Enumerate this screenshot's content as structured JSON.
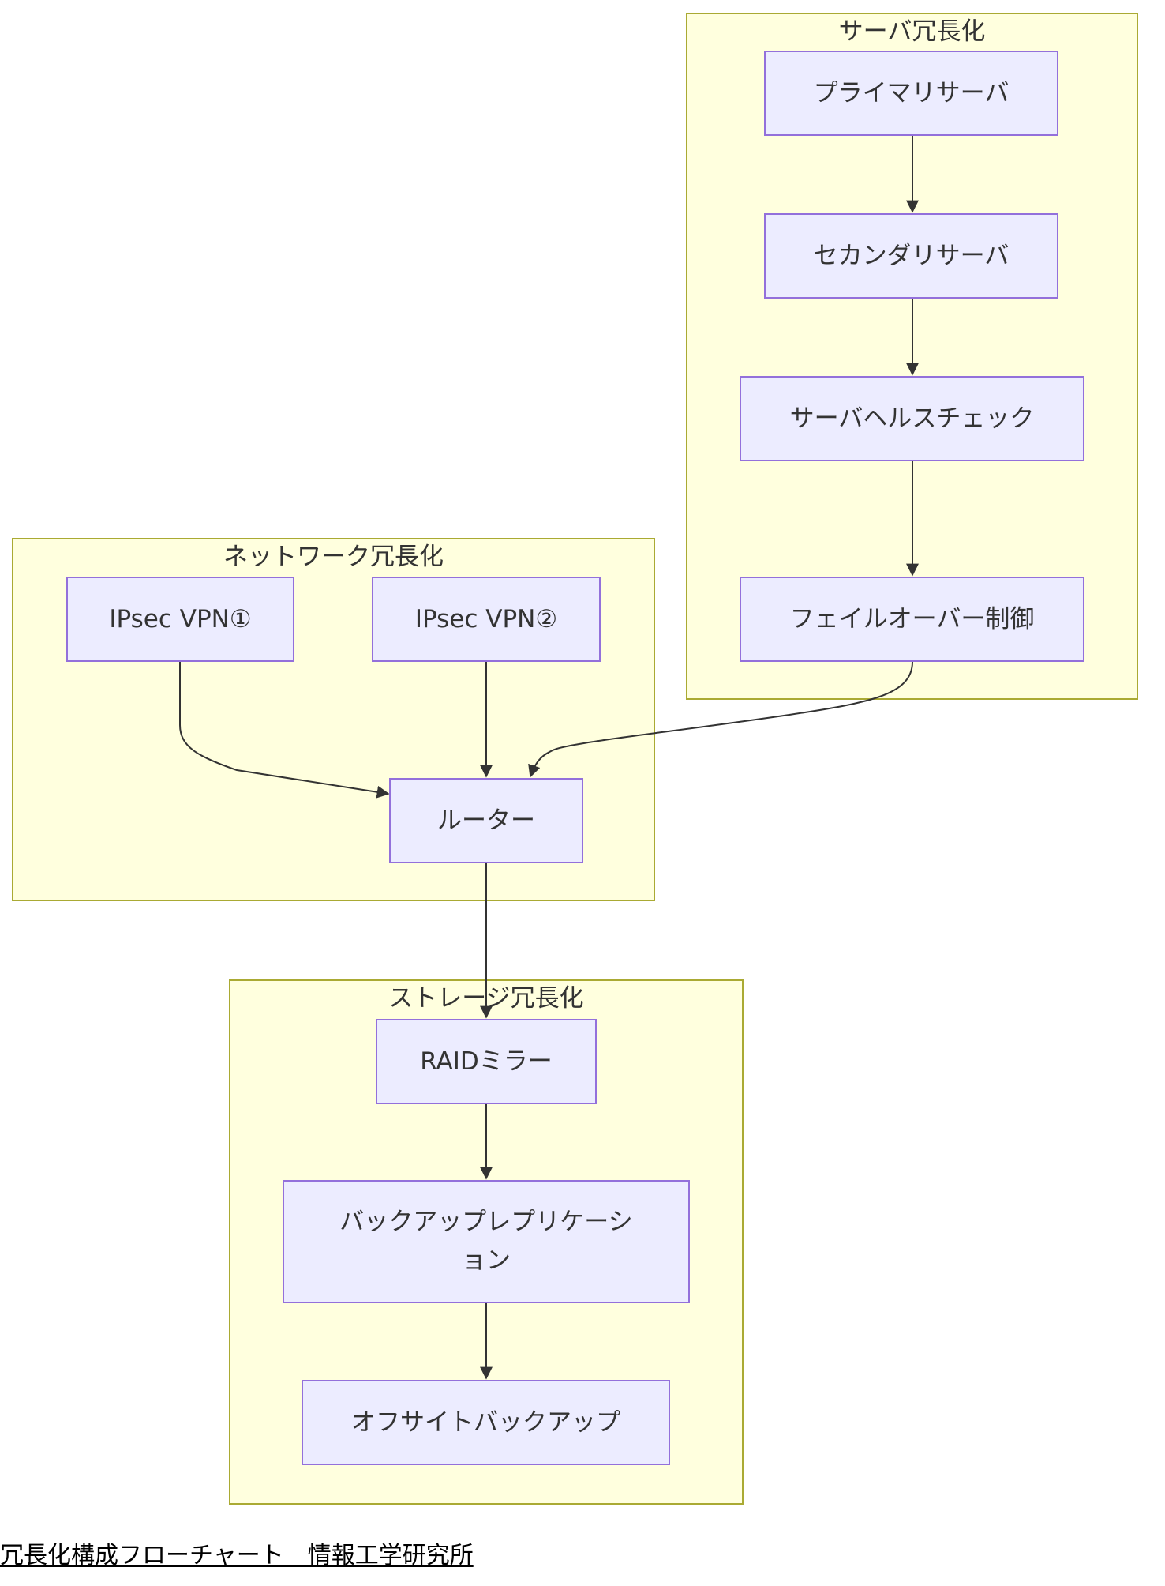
{
  "clusters": {
    "server": {
      "title": "サーバ冗長化"
    },
    "network": {
      "title": "ネットワーク冗長化"
    },
    "storage": {
      "title": "ストレージ冗長化"
    }
  },
  "nodes": {
    "primary": "プライマリサーバ",
    "secondary": "セカンダリサーバ",
    "health": "サーバヘルスチェック",
    "failover": "フェイルオーバー制御",
    "vpn1": "IPsec VPN①",
    "vpn2": "IPsec VPN②",
    "router": "ルーター",
    "raid": "RAIDミラー",
    "replication_line1": "バックアップレプリケーシ",
    "replication_line2": "ョン",
    "offsite": "オフサイトバックアップ"
  },
  "edges": [
    {
      "from": "primary",
      "to": "secondary"
    },
    {
      "from": "secondary",
      "to": "health"
    },
    {
      "from": "health",
      "to": "failover"
    },
    {
      "from": "failover",
      "to": "router"
    },
    {
      "from": "vpn1",
      "to": "router"
    },
    {
      "from": "vpn2",
      "to": "router"
    },
    {
      "from": "router",
      "to": "raid"
    },
    {
      "from": "raid",
      "to": "replication"
    },
    {
      "from": "replication",
      "to": "offsite"
    }
  ],
  "colors": {
    "cluster_fill": "#ffffde",
    "cluster_stroke": "#aaaa33",
    "node_fill": "#ececff",
    "node_stroke": "#9370db",
    "edge": "#333333"
  },
  "footer": {
    "caption": "冗長化構成フローチャート　情報工学研究所"
  }
}
